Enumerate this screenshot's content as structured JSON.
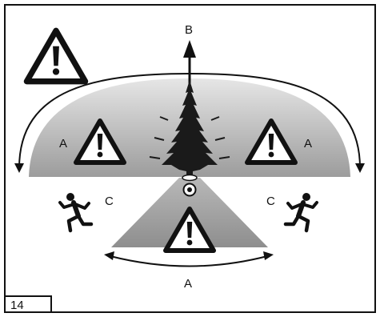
{
  "figure": {
    "number": "14"
  },
  "labels": {
    "top_arrow": "B",
    "left_zone": "A",
    "right_zone": "A",
    "bottom_zone": "A",
    "left_person": "C",
    "right_person": "C"
  },
  "icons": {
    "warning": "warning-triangle-icon",
    "tree": "tree-icon",
    "person": "running-person-icon",
    "cut_point": "felling-cut-icon"
  },
  "colors": {
    "danger_zone": "#a9a9a9",
    "outline": "#111111",
    "tree": "#1a1a1a",
    "background": "#ffffff"
  }
}
